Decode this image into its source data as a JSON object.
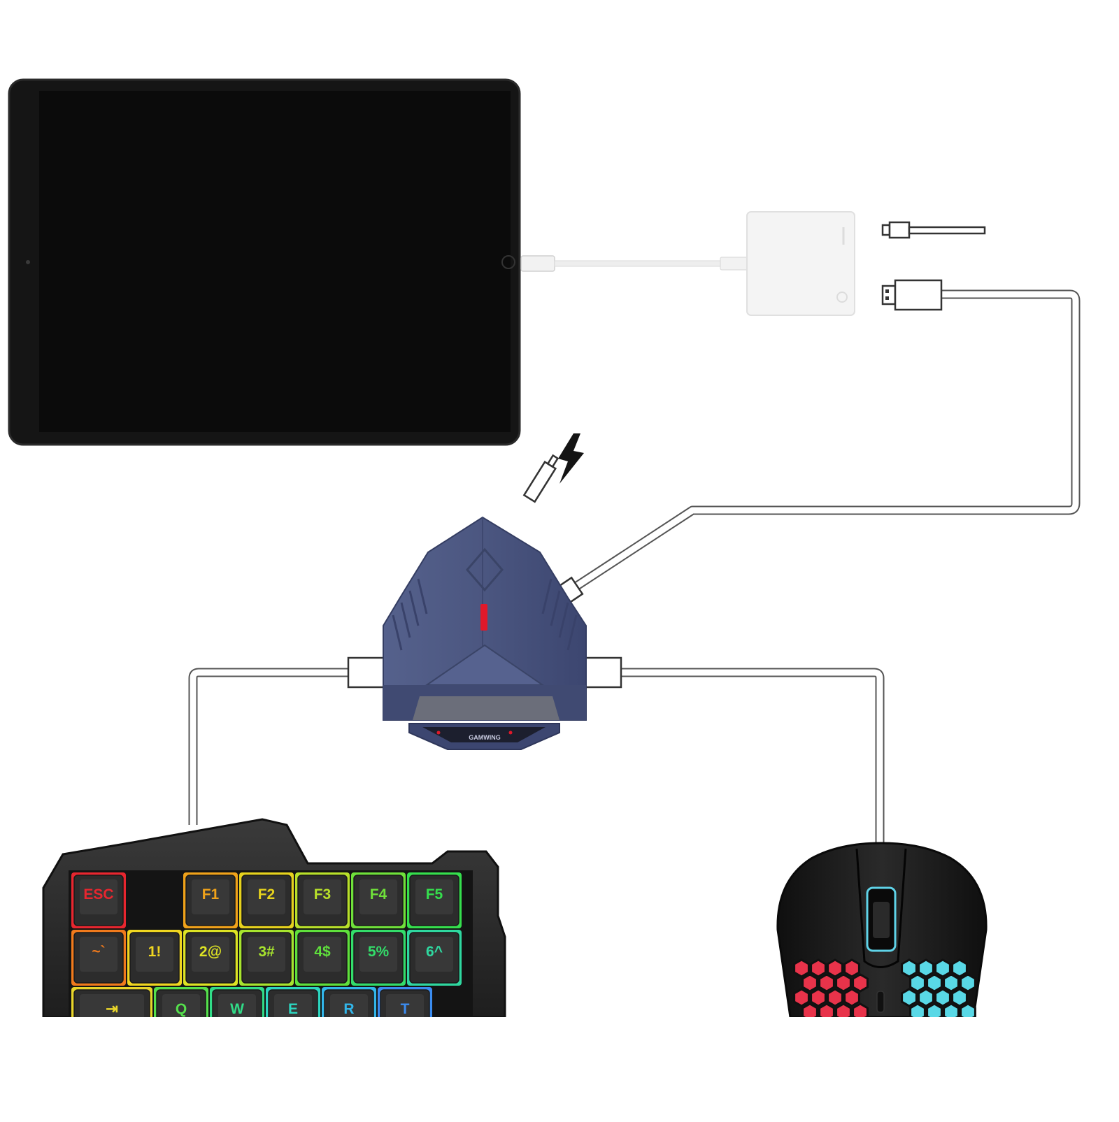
{
  "colors": {
    "tablet_body": "#141414",
    "tablet_screen": "#0a0a0a",
    "adapter_hub": "#4b5680",
    "adapter_hub_dark": "#3a4467",
    "adapter_hub_light": "#5c6894",
    "indicator_red": "#e0192a",
    "keyboard_body": "#2b2b2b",
    "mouse_body": "#1c1c1c",
    "mouse_hex_red": "#e8334a",
    "mouse_hex_cyan": "#59d8e6",
    "cable": "#ffffff",
    "cable_outline": "#5a5a5a",
    "bolt": "#141414"
  },
  "icons": {
    "power": "lightning-bolt-icon"
  },
  "hub": {
    "brand": "GAMWING"
  },
  "keyboard": {
    "rows": [
      [
        {
          "label": "ESC",
          "color": "#e8262f"
        },
        {
          "label": "",
          "color": "none"
        },
        {
          "label": "F1",
          "color": "#f0a21a"
        },
        {
          "label": "F2",
          "color": "#e6d21d"
        },
        {
          "label": "F3",
          "color": "#b8e02a"
        },
        {
          "label": "F4",
          "color": "#6fe03a"
        },
        {
          "label": "F5",
          "color": "#35df4d"
        }
      ],
      [
        {
          "label": "~`",
          "color": "#f07a1c"
        },
        {
          "label": "1!",
          "color": "#f0d620"
        },
        {
          "label": "2@",
          "color": "#dde324"
        },
        {
          "label": "3#",
          "color": "#a7e42e"
        },
        {
          "label": "4$",
          "color": "#5fe03c"
        },
        {
          "label": "5%",
          "color": "#33dd6a"
        },
        {
          "label": "6^",
          "color": "#2fd8a0"
        }
      ],
      [
        {
          "label": "⇥",
          "color": "#e8d52a"
        },
        {
          "label": "Q",
          "color": "#55e04c"
        },
        {
          "label": "W",
          "color": "#31dc88"
        },
        {
          "label": "E",
          "color": "#2cd6c0"
        },
        {
          "label": "R",
          "color": "#32b6ea"
        },
        {
          "label": "T",
          "color": "#3b8cf0"
        }
      ]
    ]
  }
}
